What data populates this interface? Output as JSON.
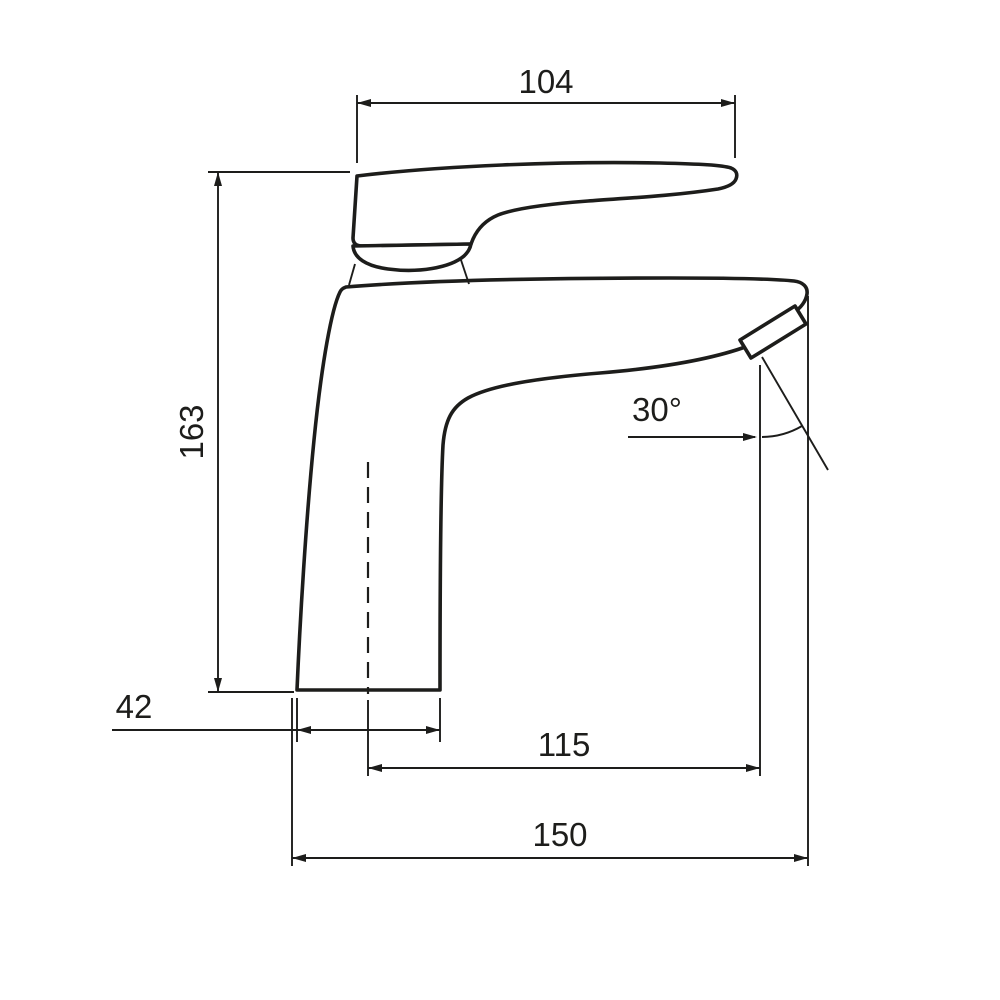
{
  "colors": {
    "line": "#1d1d1b",
    "background": "#ffffff"
  },
  "labels": {
    "dim_104": "104",
    "dim_163": "163",
    "dim_42": "42",
    "dim_115": "115",
    "dim_150": "150",
    "angle_30": "30°"
  }
}
